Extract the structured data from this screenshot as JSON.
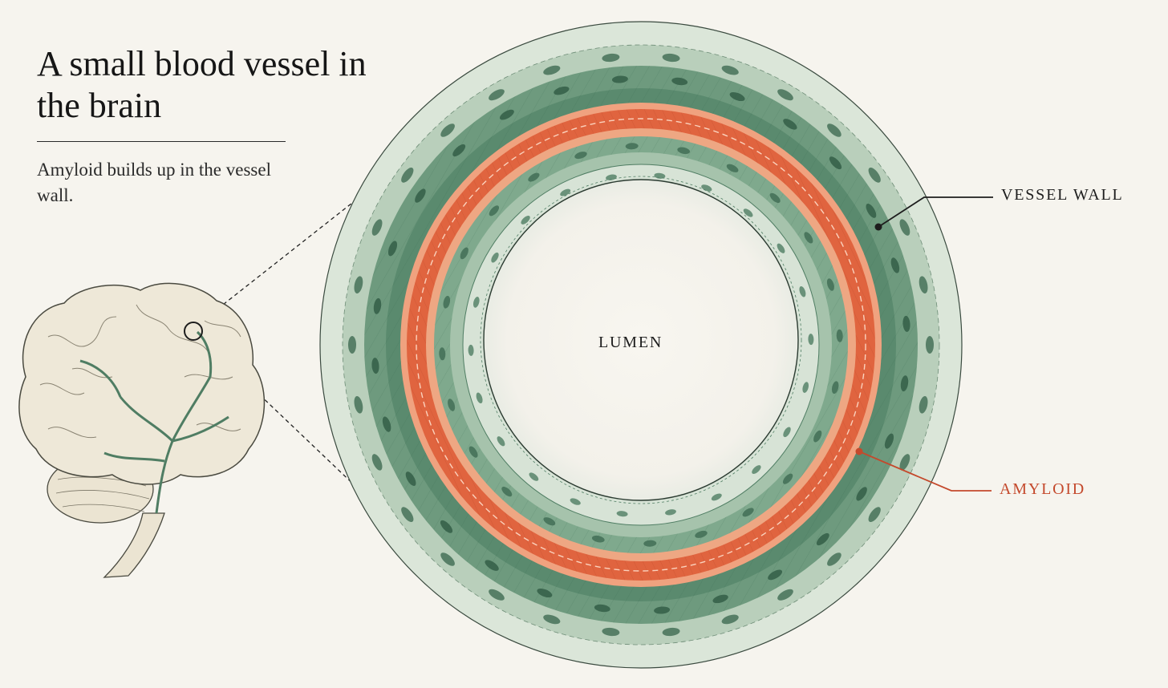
{
  "header": {
    "title": "A small blood vessel in the brain",
    "subtitle": "Amyloid builds up in the vessel wall."
  },
  "labels": {
    "lumen": "LUMEN",
    "vessel_wall": "VESSEL WALL",
    "amyloid": "AMYLOID"
  },
  "colors": {
    "background": "#f6f4ee",
    "vessel_wall_dark": "#4f7d63",
    "vessel_wall_light": "#cfdccf",
    "amyloid": "#e0643f",
    "amyloid_label": "#c4492c",
    "brain": "#eee8d8",
    "ink": "#1d1d1d"
  }
}
